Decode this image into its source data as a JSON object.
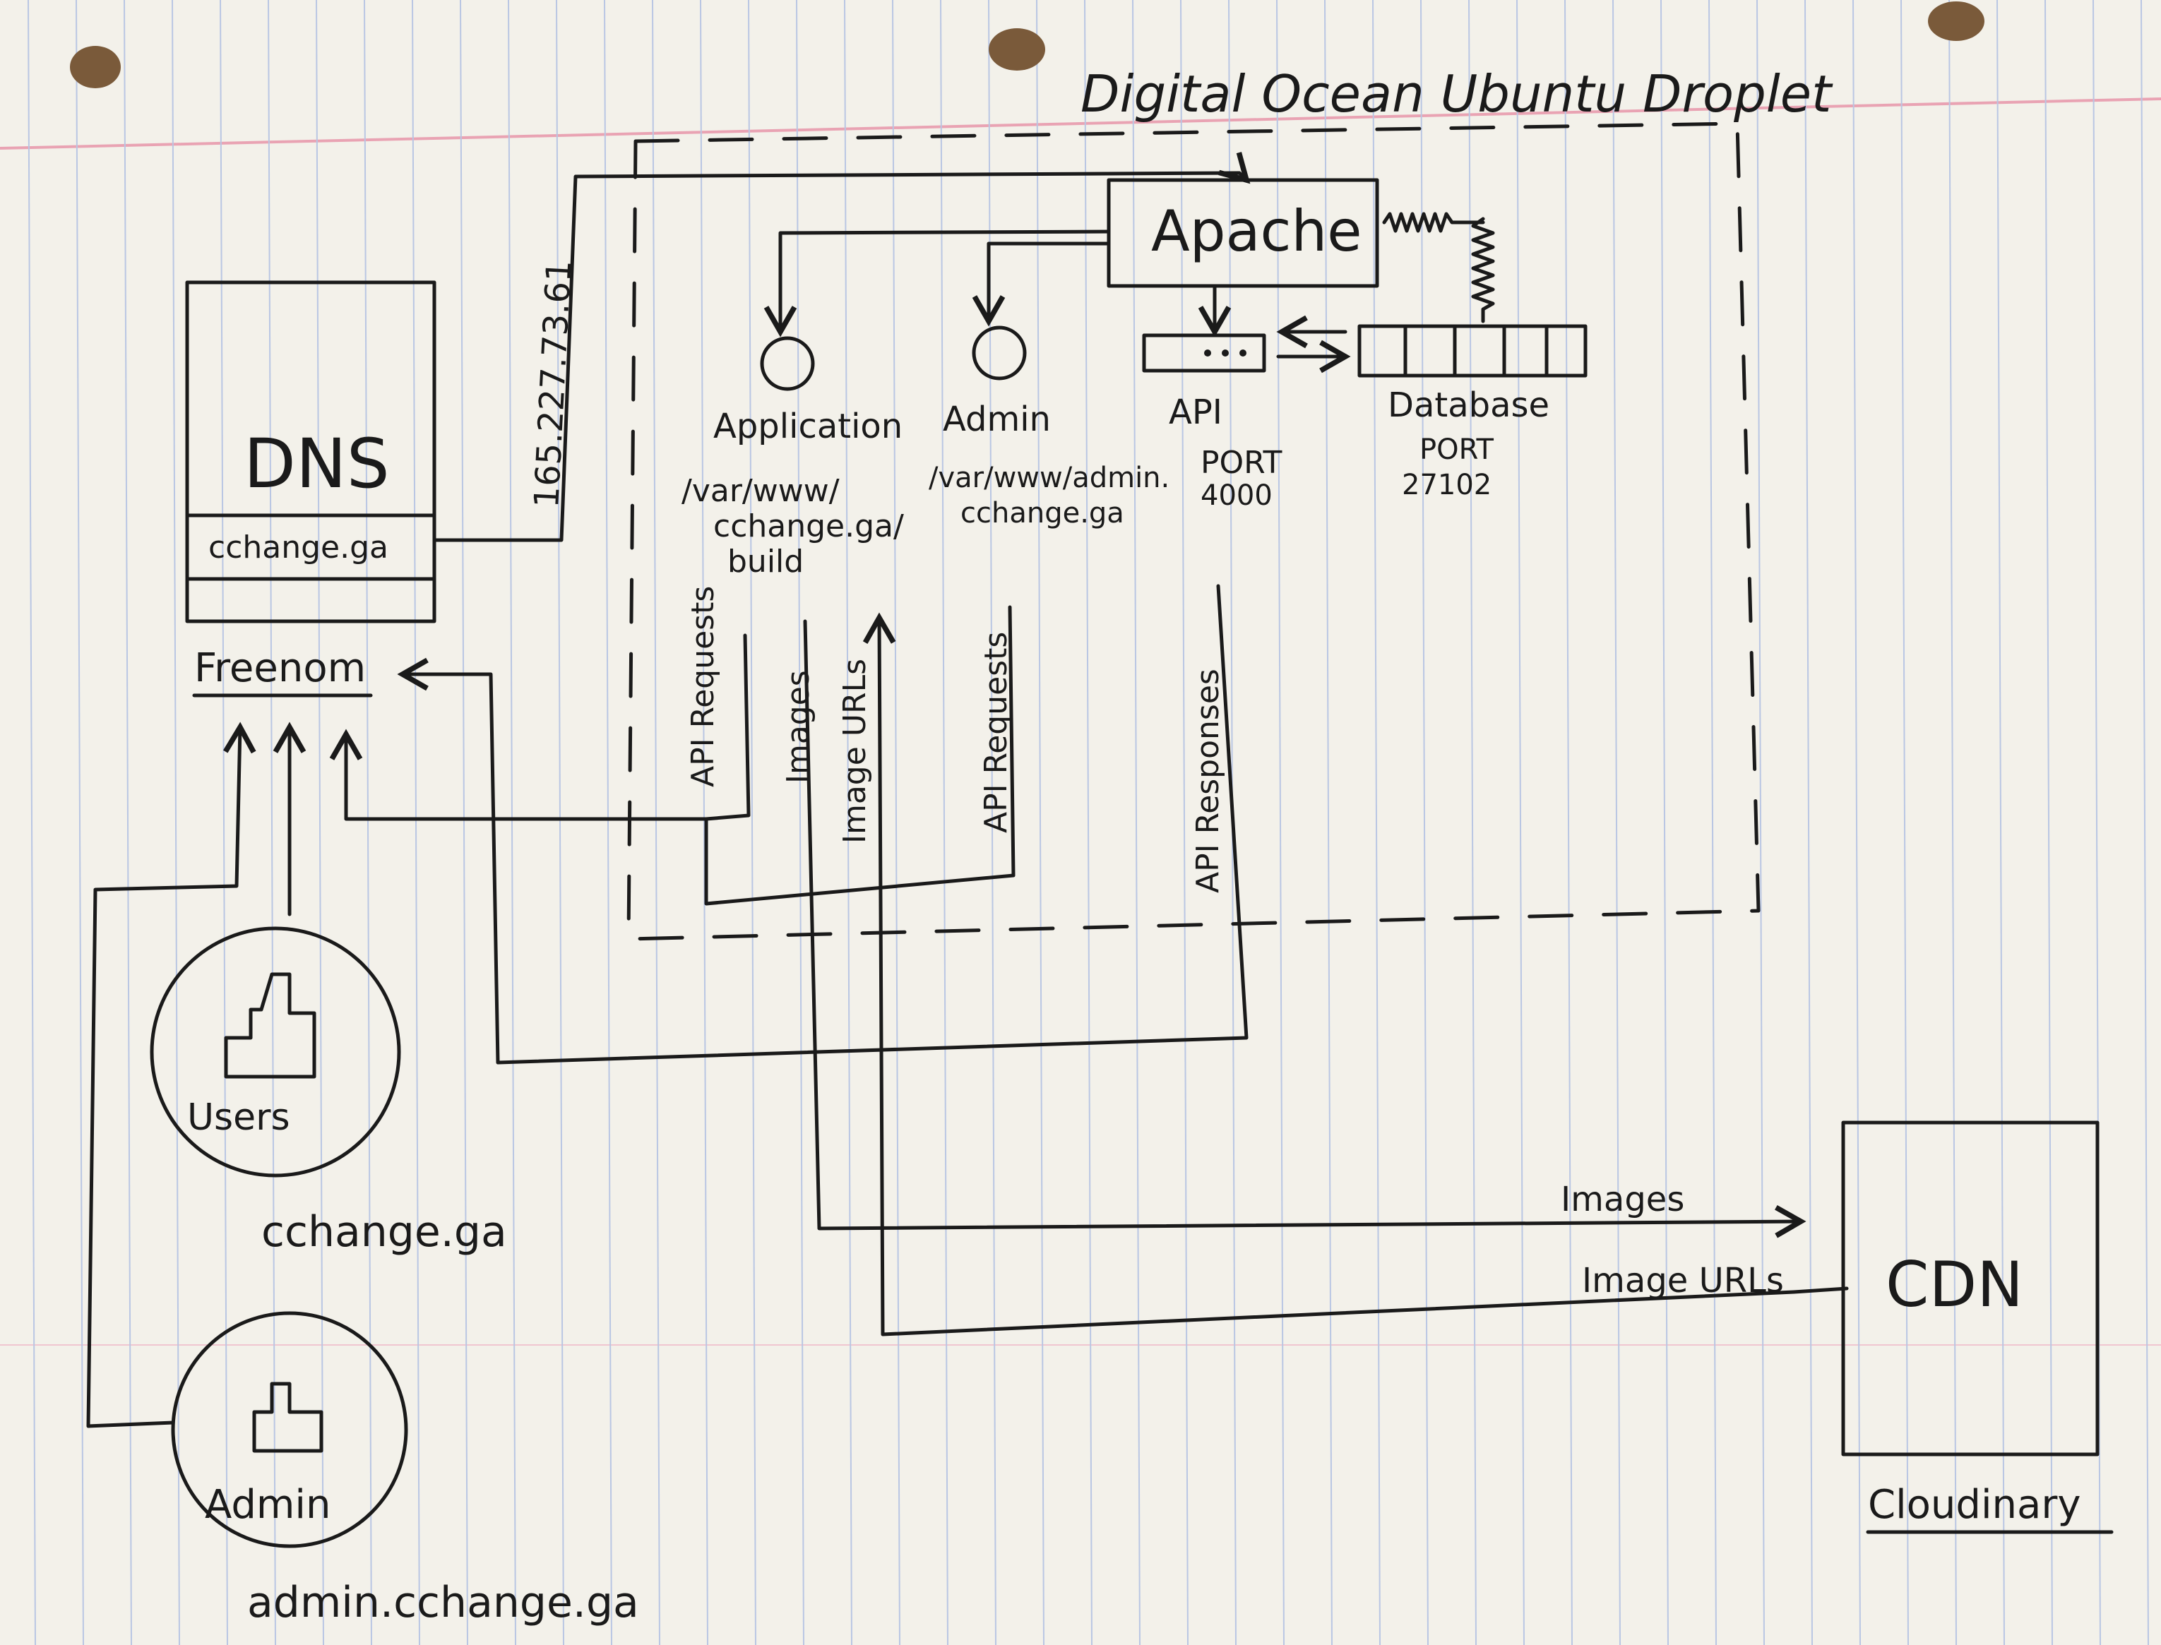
{
  "title": "Digital Ocean Ubuntu Droplet",
  "nodes": {
    "apache": "Apache",
    "application": {
      "label": "Application",
      "path_line1": "/var/www/",
      "path_line2": "cchange.ga/",
      "path_line3": "build"
    },
    "admin_app": {
      "label": "Admin",
      "path_line1": "/var/www/admin.",
      "path_line2": "cchange.ga"
    },
    "api": {
      "label": "API",
      "port_label": "PORT",
      "port": "4000"
    },
    "database": {
      "label": "Database",
      "port_label": "PORT",
      "port": "27102"
    },
    "dns": {
      "label": "DNS",
      "record": "cchange.ga",
      "provider": "Freenom"
    },
    "ip": "165.227.73.61",
    "users": {
      "label": "Users",
      "domain": "cchange.ga"
    },
    "admin_user": {
      "label": "Admin",
      "domain": "admin.cchange.ga"
    },
    "cdn": {
      "label": "CDN",
      "provider": "Cloudinary"
    }
  },
  "edges": {
    "api_requests_app": "API Requests",
    "images": "Images",
    "image_urls": "Image URLs",
    "api_requests_admin": "API Requests",
    "api_responses": "API Responses",
    "images_cdn": "Images",
    "image_urls_cdn": "Image URLs"
  }
}
